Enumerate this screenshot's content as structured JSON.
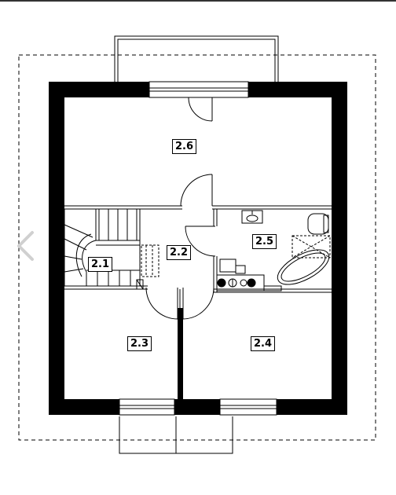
{
  "rooms": [
    {
      "id": "2.1",
      "label": "2.1"
    },
    {
      "id": "2.2",
      "label": "2.2"
    },
    {
      "id": "2.3",
      "label": "2.3"
    },
    {
      "id": "2.4",
      "label": "2.4"
    },
    {
      "id": "2.5",
      "label": "2.5"
    },
    {
      "id": "2.6",
      "label": "2.6"
    }
  ],
  "navigation": {
    "previous_icon": "chevron-left-icon"
  },
  "colors": {
    "wall": "#000000",
    "line": "#000000",
    "background": "#ffffff",
    "nav": "#d0d0d0"
  }
}
